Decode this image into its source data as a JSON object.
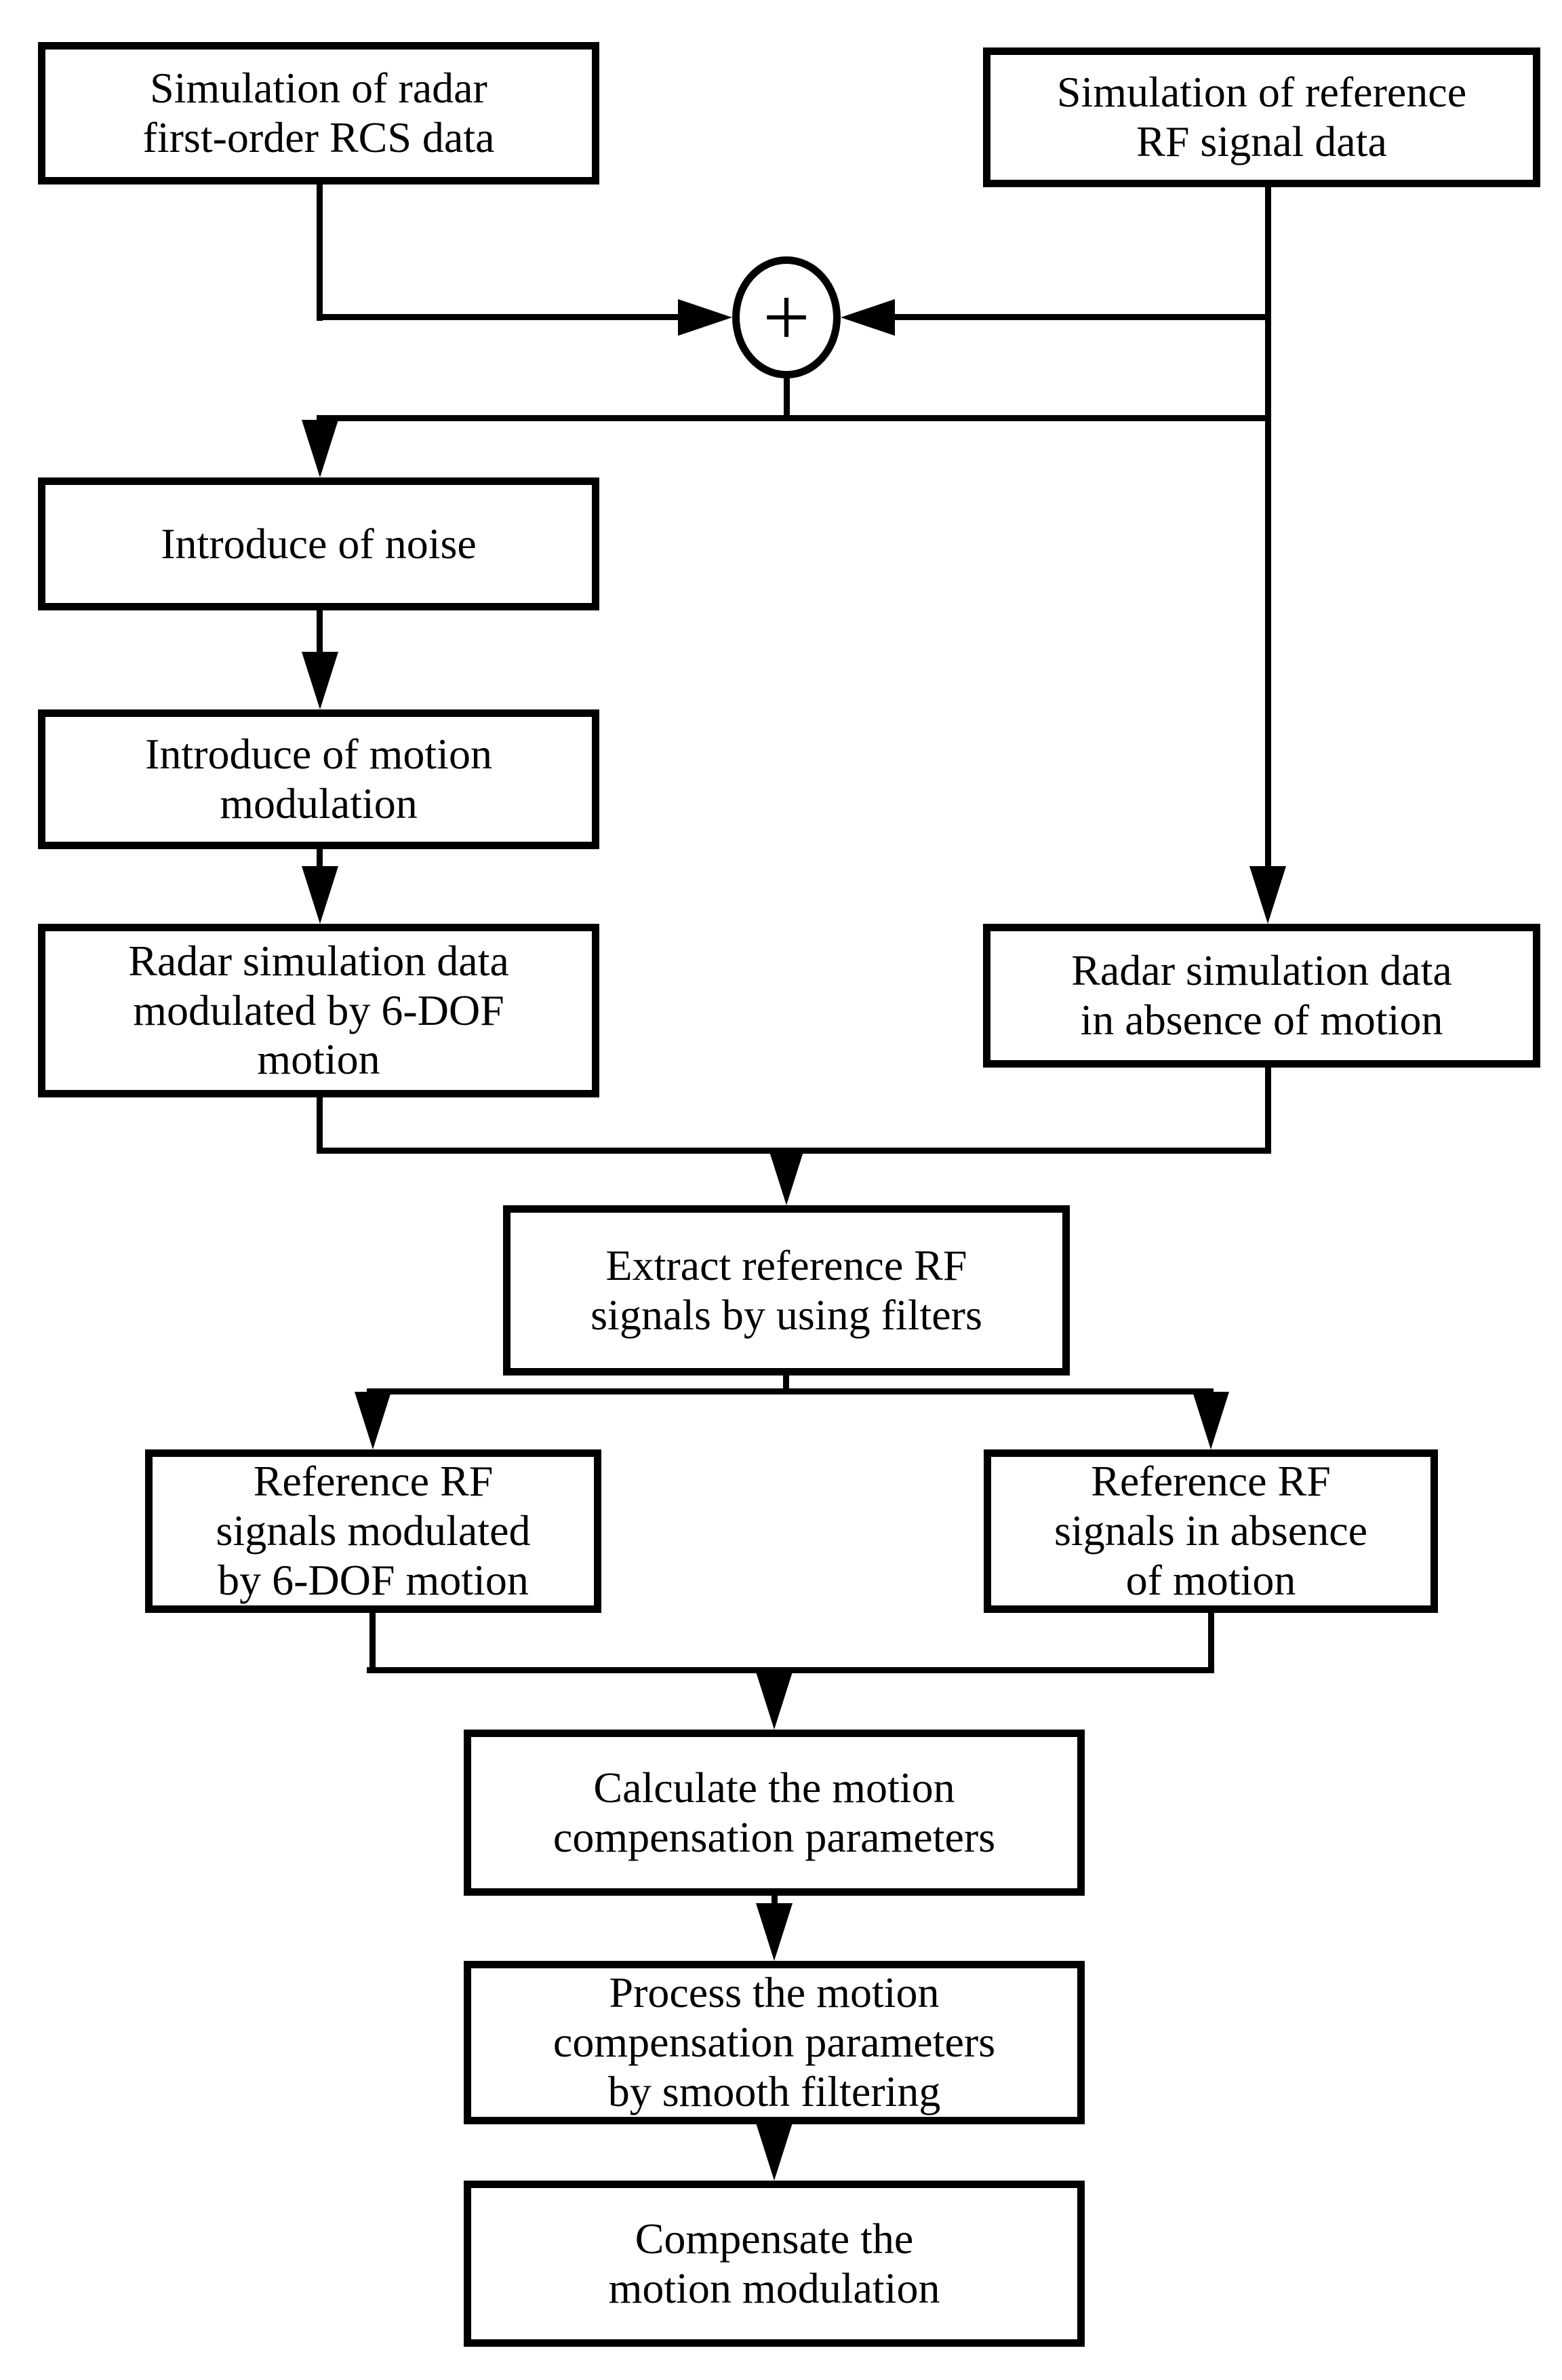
{
  "colors": {
    "line": "#000000",
    "background": "#ffffff",
    "text": "#000000"
  },
  "junction": {
    "symbol": "+"
  },
  "nodes": {
    "sim_rcs": {
      "lines": [
        "Simulation of radar",
        "first-order RCS data"
      ]
    },
    "sim_ref": {
      "lines": [
        "Simulation of reference",
        "RF signal data"
      ]
    },
    "noise": {
      "lines": [
        "Introduce of noise"
      ]
    },
    "motion_mod": {
      "lines": [
        "Introduce of motion",
        "modulation"
      ]
    },
    "radar_mod": {
      "lines": [
        "Radar simulation data",
        "modulated by 6-DOF",
        "motion"
      ]
    },
    "radar_nomo": {
      "lines": [
        "Radar simulation data",
        "in absence of motion"
      ]
    },
    "extract": {
      "lines": [
        "Extract reference RF",
        "signals by using filters"
      ]
    },
    "ref_mod": {
      "lines": [
        "Reference RF",
        "signals modulated",
        "by 6-DOF motion"
      ]
    },
    "ref_nomo": {
      "lines": [
        "Reference RF",
        "signals in absence",
        "of motion"
      ]
    },
    "calc": {
      "lines": [
        "Calculate the motion",
        "compensation parameters"
      ]
    },
    "process": {
      "lines": [
        "Process the motion",
        "compensation parameters",
        "by smooth filtering"
      ]
    },
    "compensate": {
      "lines": [
        "Compensate the",
        "motion modulation"
      ]
    }
  }
}
